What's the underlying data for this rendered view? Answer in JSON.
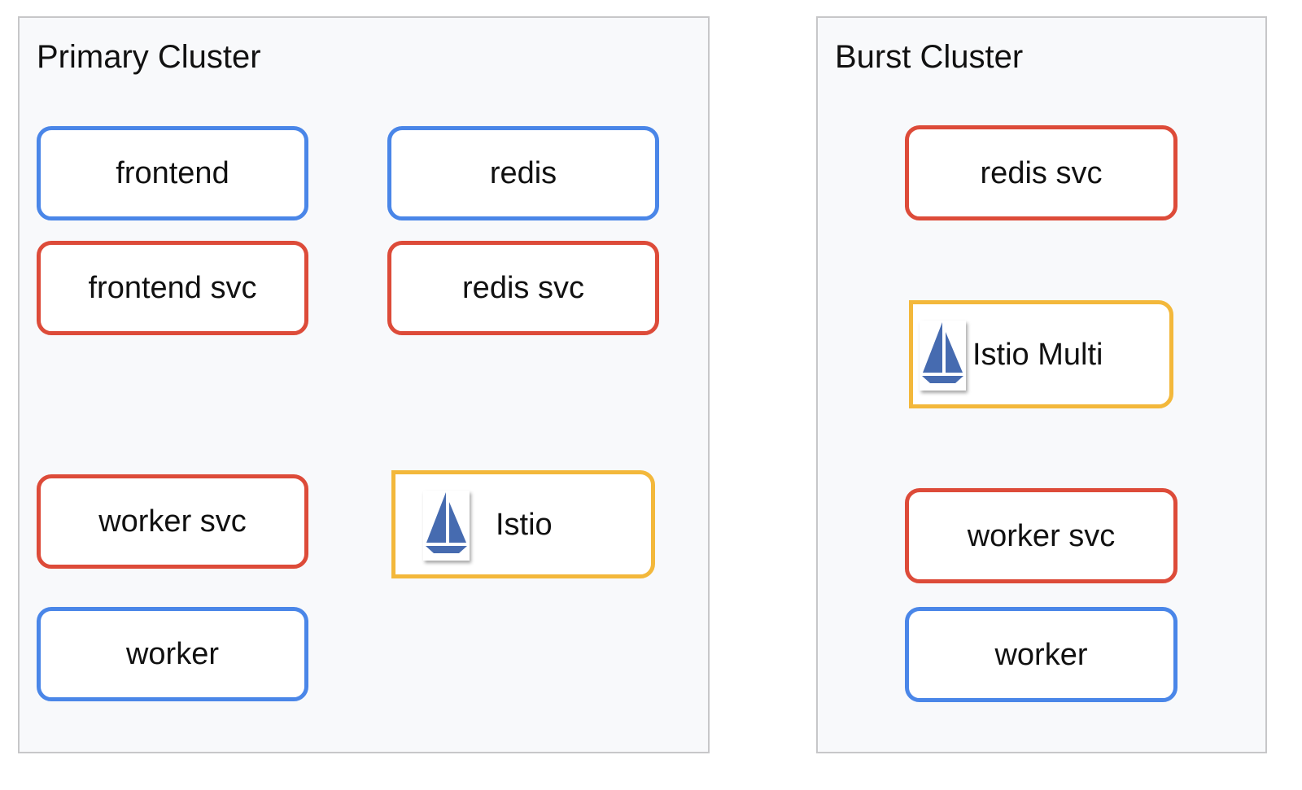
{
  "clusters": {
    "primary": {
      "title": "Primary Cluster",
      "nodes": {
        "frontend": "frontend",
        "redis": "redis",
        "frontend_svc": "frontend svc",
        "redis_svc": "redis svc",
        "worker_svc": "worker svc",
        "istio": "Istio",
        "worker": "worker"
      }
    },
    "burst": {
      "title": "Burst Cluster",
      "nodes": {
        "redis_svc": "redis svc",
        "istio_multi": "Istio Multi",
        "worker_svc": "worker svc",
        "worker": "worker"
      }
    }
  },
  "icons": {
    "mesh": "istio-sailboat-icon"
  },
  "colors": {
    "workload_border": "#4a86e8",
    "service_border": "#dd4b39",
    "mesh_border": "#f3b83b",
    "istio_icon": "#466bb0",
    "cluster_fill": "#f8f9fb",
    "cluster_border": "#c7c7c9"
  }
}
